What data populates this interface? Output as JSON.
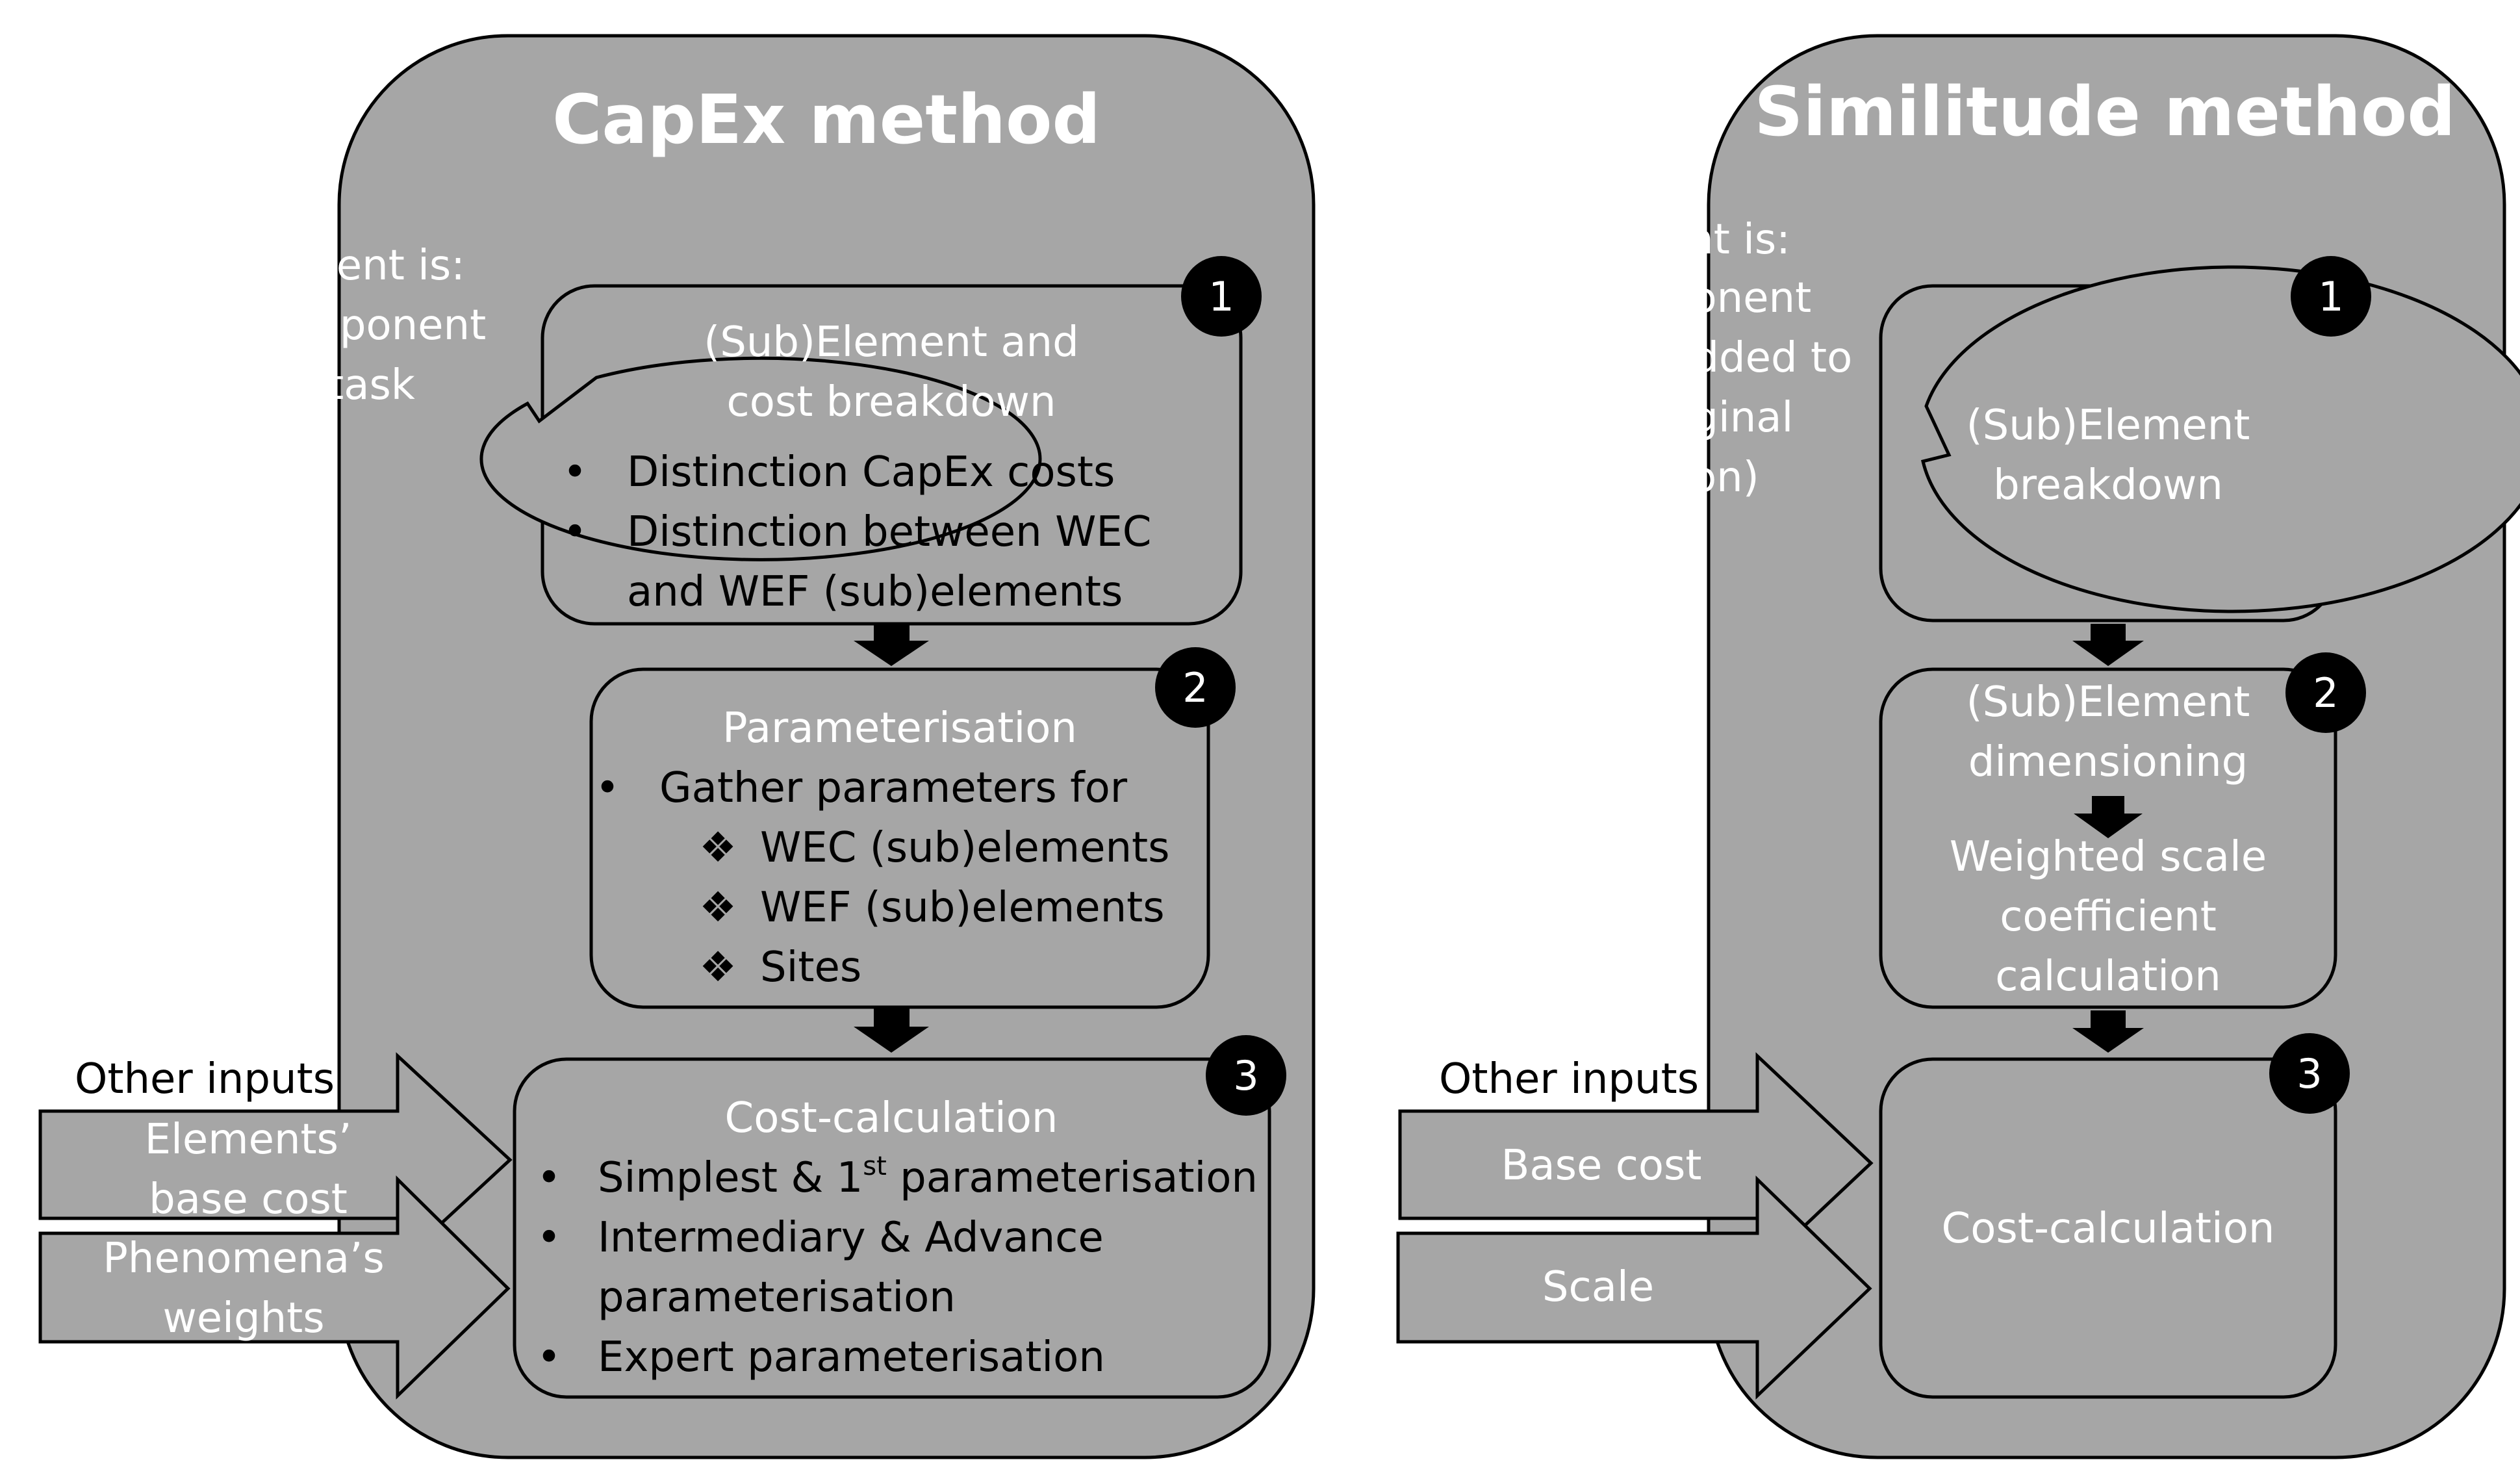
{
  "capex": {
    "title": "CapEx method",
    "bubble": {
      "heading": "An element is:",
      "items": [
        "A component",
        "A task"
      ]
    },
    "step1": {
      "num": "1",
      "title_l1": "(Sub)Element and",
      "title_l2": "cost breakdown",
      "b1": "Distinction CapEx costs",
      "b2_l1": "Distinction between WEC",
      "b2_l2": "and WEF (sub)elements"
    },
    "step2": {
      "num": "2",
      "title": "Parameterisation",
      "b1": "Gather parameters for",
      "sub": [
        "WEC (sub)elements",
        "WEF (sub)elements",
        "Sites"
      ]
    },
    "step3": {
      "num": "3",
      "title": "Cost-calculation",
      "b1_pre": "Simplest & 1",
      "b1_sup": "st",
      "b1_post": " parameterisation",
      "b2_l1": "Intermediary & Advance",
      "b2_l2": "parameterisation",
      "b3": "Expert parameterisation"
    },
    "inputs": {
      "label": "Other inputs",
      "a1_l1": "Elements’",
      "a1_l2": "base cost",
      "a2_l1": "Phenomena’s",
      "a2_l2": "weights"
    }
  },
  "similitude": {
    "title": "Similitude method",
    "bubble": {
      "heading": "An element is:",
      "items": [
        "A component",
        "A task (added to"
      ],
      "cont": [
        "the original",
        "version)"
      ]
    },
    "step1": {
      "num": "1",
      "l1": "(Sub)Element",
      "l2": "breakdown"
    },
    "step2": {
      "num": "2",
      "l1": "(Sub)Element",
      "l2": "dimensioning",
      "w1": "Weighted scale",
      "w2": "coefficient",
      "w3": "calculation"
    },
    "step3": {
      "num": "3",
      "label": "Cost-calculation"
    },
    "inputs": {
      "label": "Other inputs",
      "a1": "Base cost",
      "a2": "Scale"
    }
  },
  "symbols": {
    "bullet": "•",
    "diamond": "❖"
  }
}
